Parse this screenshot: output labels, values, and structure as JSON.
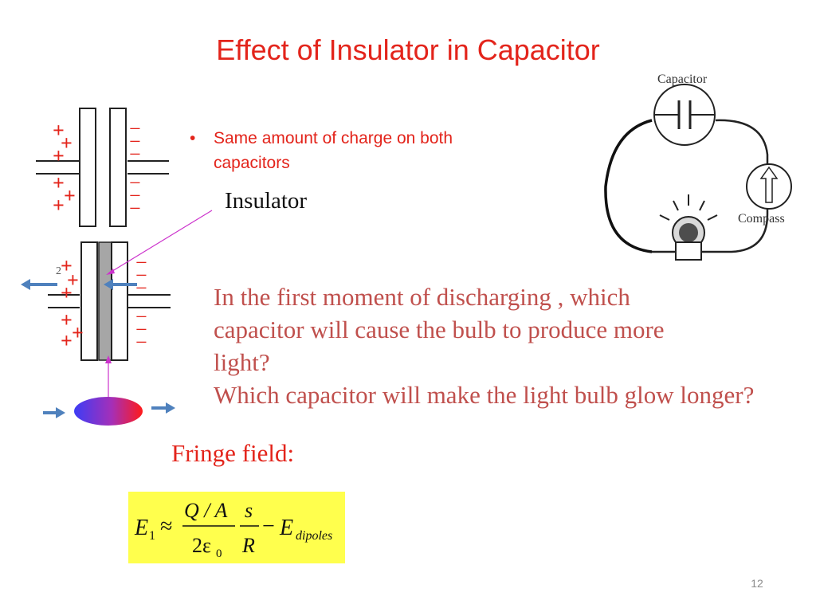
{
  "slide": {
    "title": "Effect of Insulator in Capacitor",
    "bullet_text": "Same amount of charge on both capacitors",
    "insulator_label": "Insulator",
    "question_lines": [
      "In the first moment of discharging , which",
      "capacitor will cause the bulb to produce more",
      "light?",
      "Which capacitor will make the light bulb glow longer?"
    ],
    "fringe_label": "Fringe field:",
    "page_number": "12"
  },
  "figure_top": {
    "plus_signs": [
      "+",
      "+",
      "+",
      "+",
      "+",
      "+"
    ],
    "minus_signs": [
      "−",
      "−",
      "−",
      "−",
      "−",
      "−"
    ]
  },
  "figure_bottom": {
    "index_label": "2",
    "plus_signs": [
      "+",
      "+",
      "+",
      "+",
      "+",
      "+"
    ],
    "minus_signs": [
      "−",
      "−",
      "−",
      "−",
      "−",
      "−"
    ]
  },
  "circuit": {
    "capacitor_label": "Capacitor",
    "compass_label": "Compass"
  },
  "formula": {
    "lhs": "E",
    "lhs_sub": "1",
    "approx": "≈",
    "numerator": "Q / A",
    "denominator": "2ε",
    "denominator_sub": "0",
    "factor_num": "s",
    "factor_den": "R",
    "minus": "−",
    "term": "E",
    "term_sub": "dipoles"
  },
  "colors": {
    "title": "#e3241b",
    "question": "#c0504d",
    "formula_bg": "#ffff4d",
    "arrow": "#4f81bd",
    "pointer_line": "#cc33cc"
  }
}
